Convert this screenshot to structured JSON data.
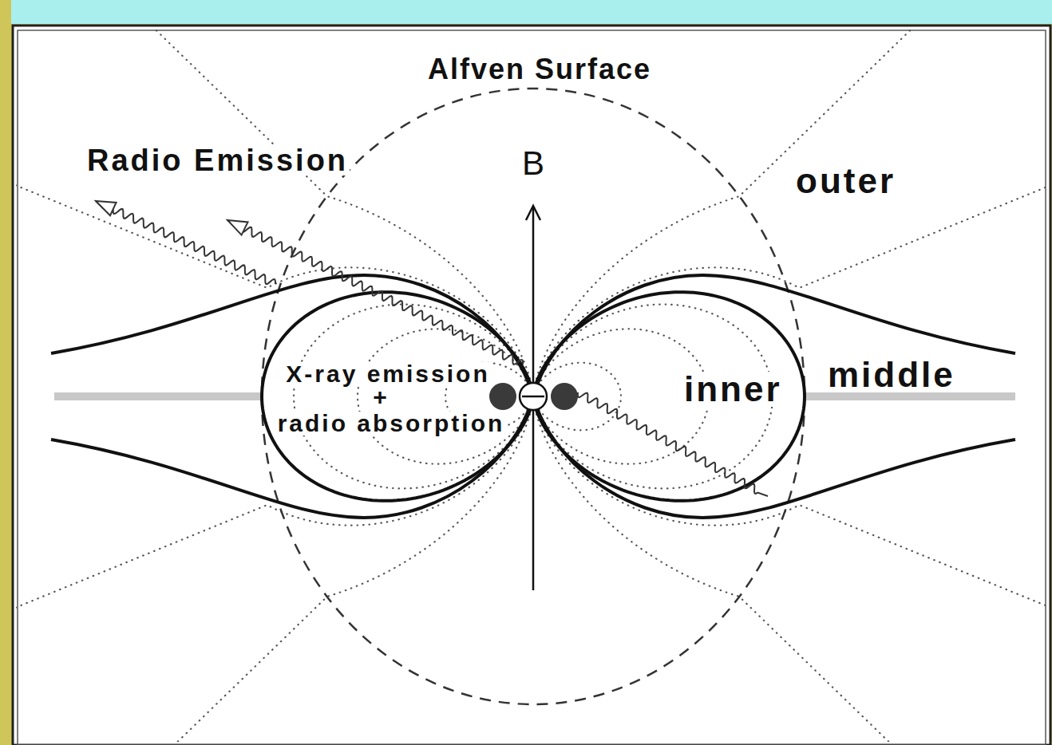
{
  "diagram": {
    "labels": [
      "Alfven Surface",
      "Radio Emission",
      "B",
      "outer",
      "X-ray emission",
      "+",
      "radio absorption",
      "inner",
      "middle"
    ]
  }
}
